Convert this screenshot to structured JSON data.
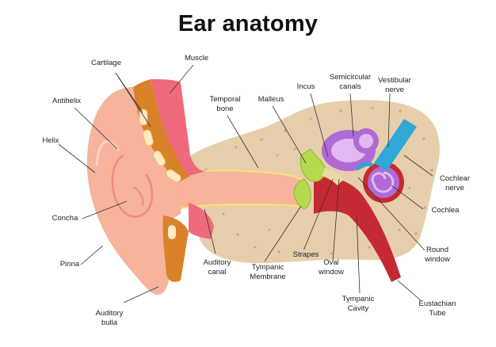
{
  "title": "Ear anatomy",
  "labels": {
    "cartilage": "Cartilage",
    "muscle": "Muscle",
    "antihelix": "Antihelix",
    "helix": "Helix",
    "concha": "Concha",
    "pinna": "Pinna",
    "auditory_bulla_1": "Auditory",
    "auditory_bulla_2": "bulla",
    "temporal_bone_1": "Temporal",
    "temporal_bone_2": "bone",
    "malleus": "Malleus",
    "incus": "Incus",
    "semicircular_1": "Semicircular",
    "semicircular_2": "canals",
    "vestibular_1": "Vestibular",
    "vestibular_2": "nerve",
    "cochlear_nerve_1": "Cochlear",
    "cochlear_nerve_2": "nerve",
    "cochlea": "Cochlea",
    "round_window_1": "Round",
    "round_window_2": "window",
    "eustachian_1": "Eustachian",
    "eustachian_2": "Tube",
    "tympanic_cavity_1": "Tympanic",
    "tympanic_cavity_2": "Cavity",
    "oval_window_1": "Oval",
    "oval_window_2": "window",
    "strapes": "Strapes",
    "tympanic_membrane_1": "Tympanic",
    "tympanic_membrane_2": "Membrane",
    "auditory_canal_1": "Auditory",
    "auditory_canal_2": "canal"
  },
  "colors": {
    "skin": "#f7b39c",
    "skin_light": "#fbd2c1",
    "skin_dark": "#e98f78",
    "cartilage": "#d9822a",
    "cartilage_spot": "#f3c05c",
    "muscle": "#ef6a7c",
    "bone": "#e6ceab",
    "bone_spot": "#c9a981",
    "canal_line": "#f6e46b",
    "inner_purple": "#b06ad6",
    "inner_purple_light": "#e0b9f2",
    "cavity_red": "#c52a33",
    "nerve_blue": "#2ea8d6",
    "membrane_green": "#b7d94e"
  }
}
